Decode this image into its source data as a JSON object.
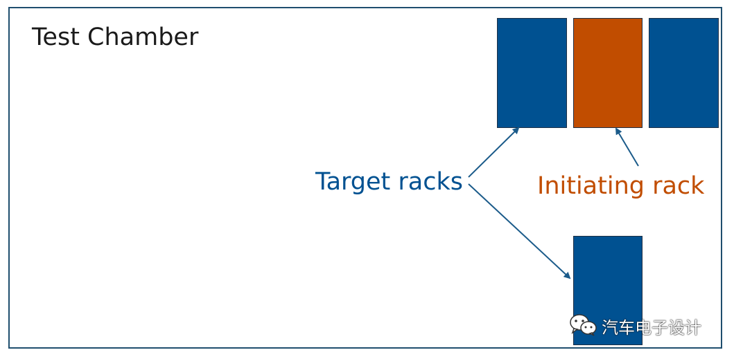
{
  "diagram": {
    "title": "Test Chamber",
    "target_label": "Target racks",
    "initiating_label": "Initiating rack",
    "colors": {
      "target": "#005191",
      "initiating": "#c14d00",
      "border": "#1f4e6e",
      "title_text": "#1a1a1a"
    }
  },
  "watermark": {
    "text": "汽车电子设计",
    "icon": "wechat-icon"
  }
}
